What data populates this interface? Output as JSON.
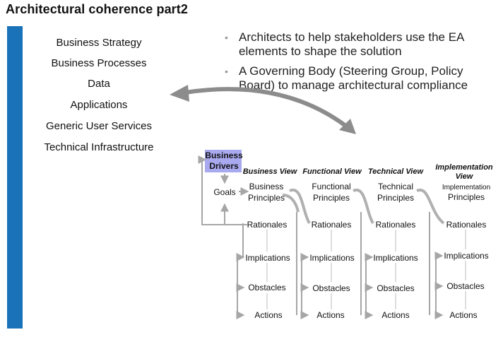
{
  "title": "Architectural coherence part2",
  "layers": [
    "Business Strategy",
    "Business Processes",
    "Data",
    "Applications",
    "Generic User Services",
    "Technical Infrastructure"
  ],
  "bullets": [
    [
      "Architects to help stakeholders use the EA",
      "elements to shape the solution"
    ],
    [
      "A Governing Body (Steering Group, Policy",
      "Board) to manage architectural compliance"
    ]
  ],
  "diagram": {
    "drivers": [
      "Business",
      "Drivers"
    ],
    "goals": "Goals",
    "views": [
      {
        "header": "Business View",
        "principles": [
          "Business",
          "Principles"
        ]
      },
      {
        "header": "Functional View",
        "principles": [
          "Functional",
          "Principles"
        ]
      },
      {
        "header": "Technical View",
        "principles": [
          "Technical",
          "Principles"
        ]
      },
      {
        "header": "Implementation View",
        "header_lines": [
          "Implementation",
          "View"
        ],
        "principles": [
          "Implementation",
          "Principles"
        ]
      }
    ],
    "rows": [
      "Rationales",
      "Implications",
      "Obstacles",
      "Actions"
    ]
  },
  "colors": {
    "accent_bar": "#1a72b8",
    "drivers_highlight": "#a9a9f0",
    "connector_gray": "#a6a6a6",
    "arrow_gray": "#8c8c8c"
  }
}
